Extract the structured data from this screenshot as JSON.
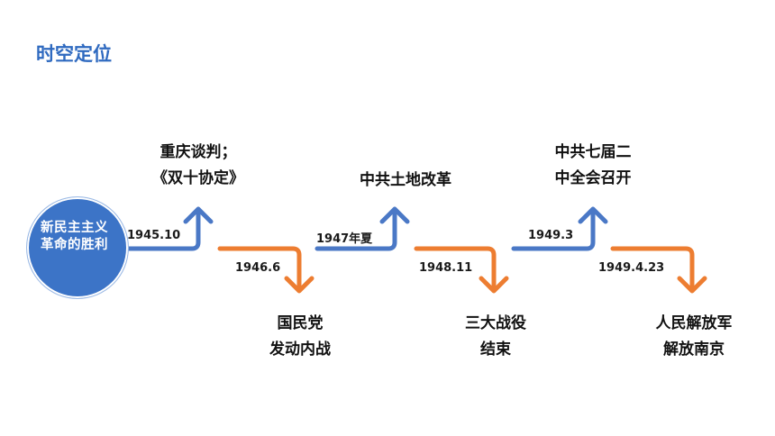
{
  "title": "时空定位",
  "start": {
    "text": "新民主主义革命的胜利"
  },
  "colors": {
    "up": "#4a78c6",
    "down": "#ed7d31",
    "title": "#2f6ac0",
    "circle": "#3c74c7"
  },
  "steps": [
    {
      "date": "1945.10",
      "direction": "up",
      "event": [
        "重庆谈判；",
        "《双十协定》"
      ]
    },
    {
      "date": "1946.6",
      "direction": "down",
      "event": [
        "国民党",
        "发动内战"
      ]
    },
    {
      "date": "1947年夏",
      "direction": "up",
      "event": [
        "中共土地改革"
      ]
    },
    {
      "date": "1948.11",
      "direction": "down",
      "event": [
        "三大战役",
        "结束"
      ]
    },
    {
      "date": "1949.3",
      "direction": "up",
      "event": [
        "中共七届二",
        "中全会召开"
      ]
    },
    {
      "date": "1949.4.23",
      "direction": "down",
      "event": [
        "人民解放军",
        "解放南京"
      ]
    }
  ]
}
